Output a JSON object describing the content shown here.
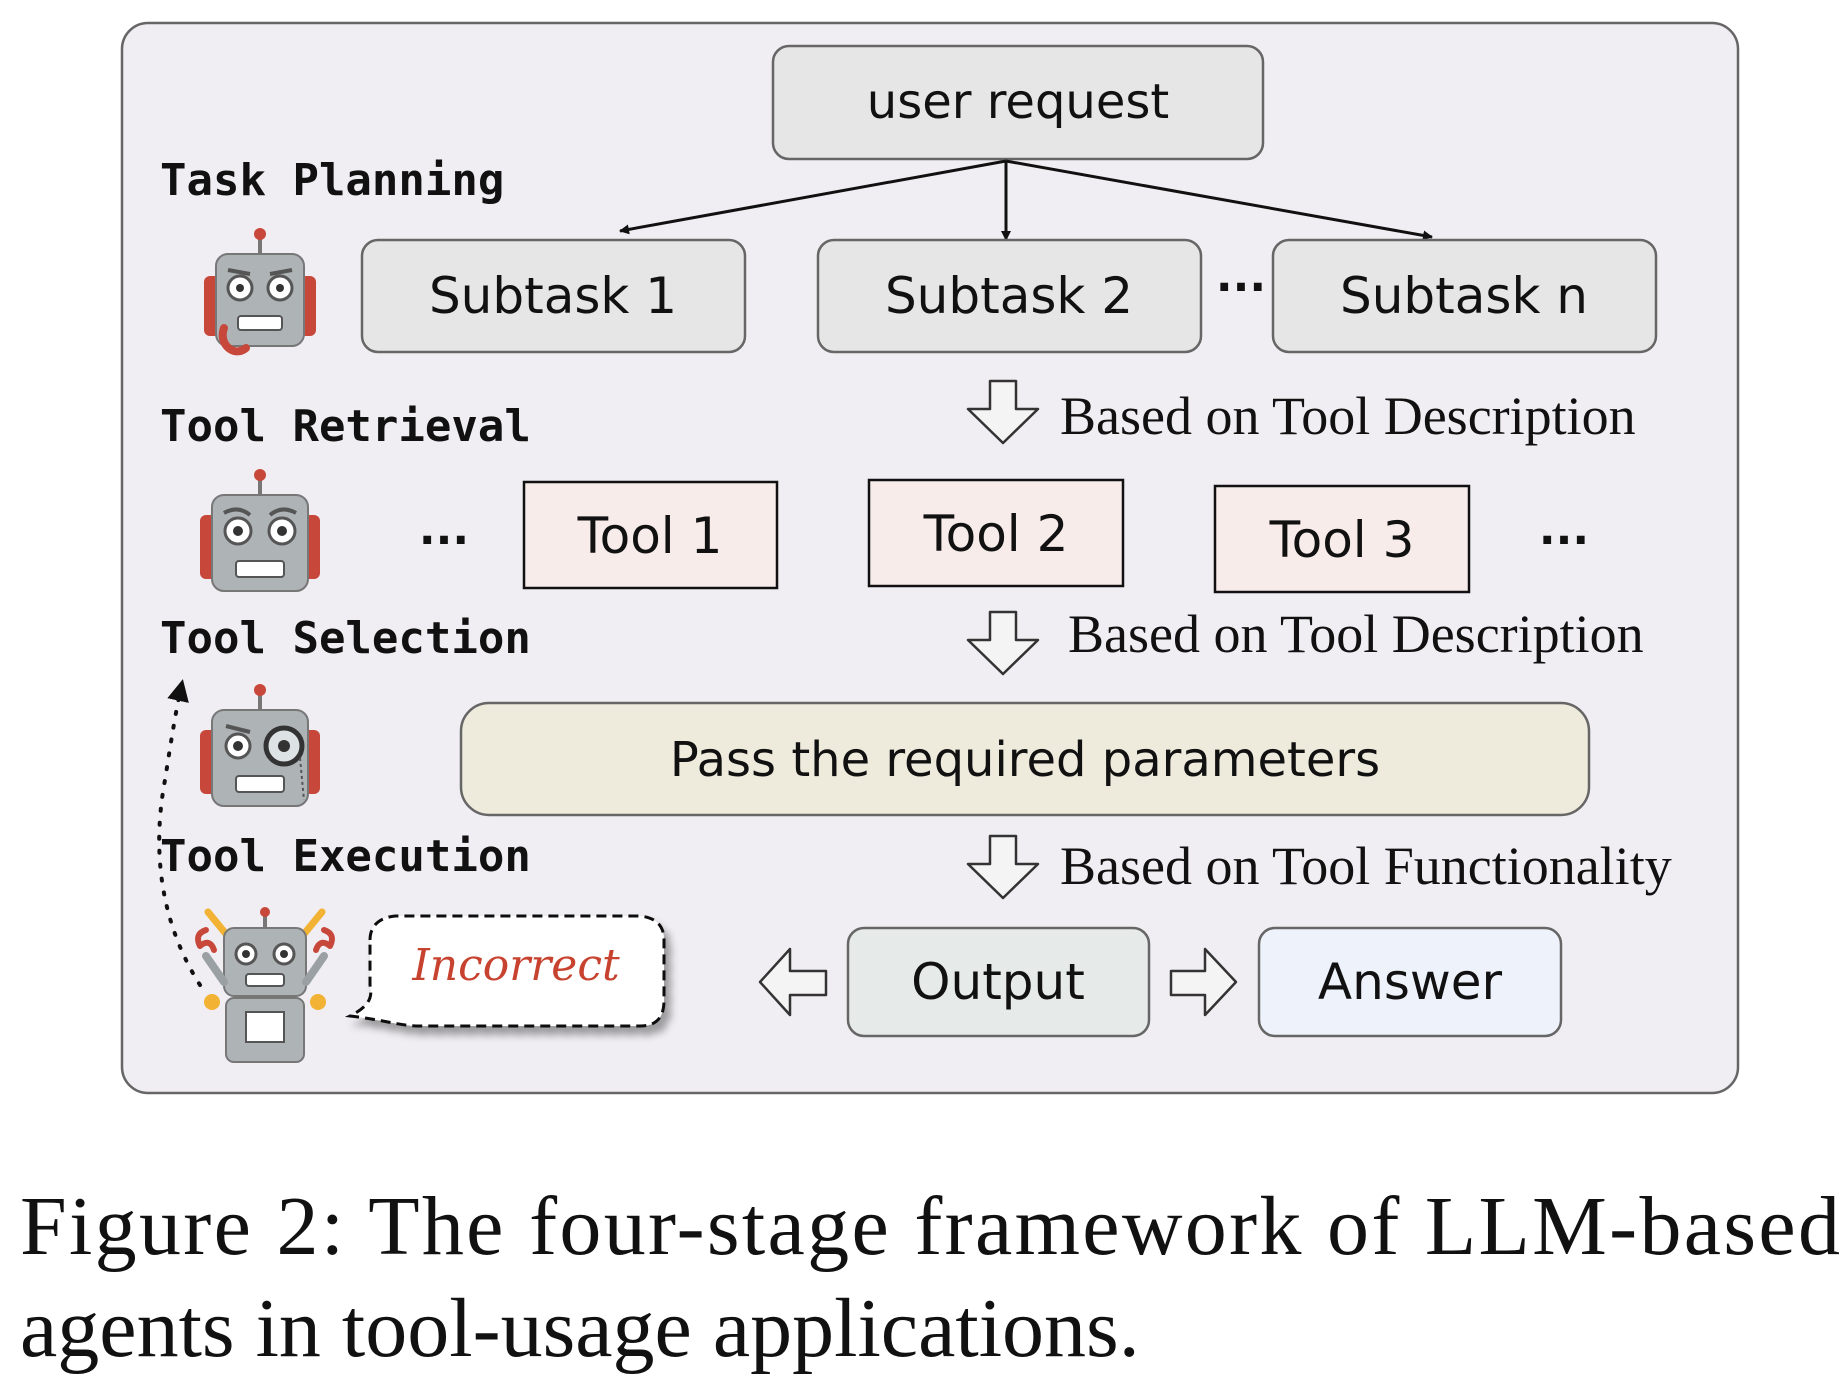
{
  "diagram": {
    "top_node": "user request",
    "stages": {
      "task_planning": "Task Planning",
      "tool_retrieval": "Tool Retrieval",
      "tool_selection": "Tool Selection",
      "tool_execution": "Tool Execution"
    },
    "subtasks": [
      "Subtask 1",
      "Subtask 2",
      "Subtask n"
    ],
    "subtask_ellipsis": "···",
    "tools": [
      "Tool 1",
      "Tool 2",
      "Tool 3"
    ],
    "tool_ellipsis": "···",
    "arrow_labels": {
      "retrieval": "Based on Tool Description",
      "selection": "Based on Tool Description",
      "execution": "Based on Tool Functionality"
    },
    "parameters_box": "Pass the required parameters",
    "output_box": "Output",
    "answer_box": "Answer",
    "bubble_text": "Incorrect"
  },
  "caption": {
    "line1": "Figure 2:  The four-stage framework of LLM-based",
    "line2": "agents in tool-usage applications."
  },
  "colors": {
    "panel_bg": "#f0eef2",
    "gray_box": "#e6e6e6",
    "tool_box": "#f7ecea",
    "params_box": "#eeebdd",
    "output_box": "#e6ebea",
    "answer_box": "#eef2fb",
    "bubble_text": "#c8432f",
    "robot_body": "#aeb3b6",
    "robot_accent": "#c8473b",
    "robot_yellow": "#f2b233"
  }
}
